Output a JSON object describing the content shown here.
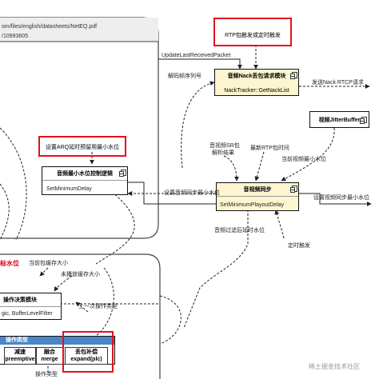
{
  "frame": {
    "url": "om/files/english/datasheets/NetEQ.pdf",
    "id": "/10993605"
  },
  "notes": {
    "rtp_trigger": "RTP包触发或定时触发",
    "arq_note": "设置ARQ延时预留用最小水位"
  },
  "modules": {
    "nack": {
      "title": "音频Nack丢包请求模块",
      "method": "NackTracker::GetNackList"
    },
    "jitter": {
      "title": "视频JitterBuffer"
    },
    "min_level": {
      "title": "音频最小水位控制逻辑",
      "method": "SetMinimumDelay"
    },
    "sync": {
      "title": "音视频同步",
      "method": "SetMinimumPlayoutDelay"
    },
    "decision": {
      "title": "操作决策模块",
      "method": "gic, BufferLevelFilter"
    },
    "op_types": {
      "title": "操作类型",
      "cells": [
        {
          "zh": "减速",
          "en": "preemptive"
        },
        {
          "zh": "融合",
          "en": "merge"
        },
        {
          "zh": "丢包补偿",
          "en": "expand(plc)"
        }
      ]
    }
  },
  "edge_labels": {
    "update_last": "UpdateLastReceivedPacket",
    "decode_seq": "解码帧序列号",
    "send_nack": "发送Nack RTCP请求",
    "av_sr": "音视频SR包",
    "parse_result": "解析结果",
    "latest_rtp": "最新RTP包时间",
    "video_min": "当前视频最小水位",
    "set_audio_min": "设置音频同步最小水位",
    "set_video_min": "设置视频同步最小水位",
    "av_filtered": "音频过滤后延时水位",
    "timer": "定时触发",
    "level_red": "标水位",
    "cur_buffer": "当前包缓存大小",
    "unplayed": "未播放缓存大小",
    "last_op": "上一次操作类型",
    "op_type_bottom": "操作类型"
  },
  "watermark": "稀土掘金技术社区"
}
